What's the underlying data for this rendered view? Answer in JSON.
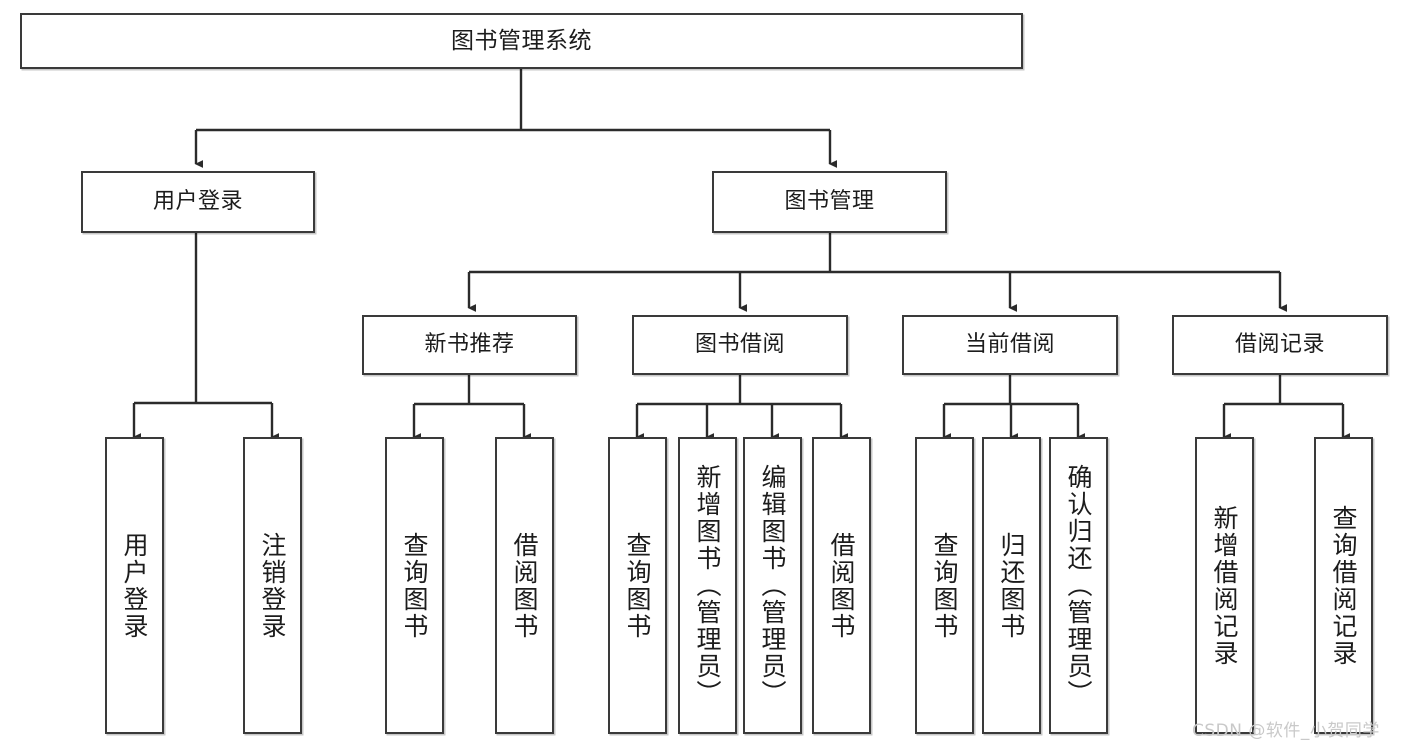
{
  "diagram": {
    "title": "图书管理系统",
    "type": "tree",
    "orientation": "top-down",
    "colors": {
      "box_border": "#3a3a3a",
      "box_fill": "#ffffff",
      "edge": "#2b2b2b",
      "text": "#1c1c1c",
      "watermark": "#c9c9c9"
    }
  },
  "nodes": {
    "root": {
      "label": "图书管理系统",
      "level": 1
    },
    "level2": [
      {
        "id": "user-login",
        "label": "用户登录"
      },
      {
        "id": "book-manage",
        "label": "图书管理"
      }
    ],
    "level3": [
      {
        "id": "new-book-recommend",
        "label": "新书推荐",
        "parent": "book-manage"
      },
      {
        "id": "book-borrow",
        "label": "图书借阅",
        "parent": "book-manage"
      },
      {
        "id": "current-borrow",
        "label": "当前借阅",
        "parent": "book-manage"
      },
      {
        "id": "borrow-record",
        "label": "借阅记录",
        "parent": "book-manage"
      }
    ],
    "leaves": {
      "user-login": [
        {
          "id": "leaf-user-login",
          "label": "用户登录"
        },
        {
          "id": "leaf-logout",
          "label": "注销登录"
        }
      ],
      "new-book-recommend": [
        {
          "id": "leaf-query-book-1",
          "label": "查询图书"
        },
        {
          "id": "leaf-borrow-book-1",
          "label": "借阅图书"
        }
      ],
      "book-borrow": [
        {
          "id": "leaf-query-book-2",
          "label": "查询图书"
        },
        {
          "id": "leaf-add-book",
          "label": "新增图书（管理员）"
        },
        {
          "id": "leaf-edit-book",
          "label": "编辑图书（管理员）"
        },
        {
          "id": "leaf-borrow-book-2",
          "label": "借阅图书"
        }
      ],
      "current-borrow": [
        {
          "id": "leaf-query-book-3",
          "label": "查询图书"
        },
        {
          "id": "leaf-return-book",
          "label": "归还图书"
        },
        {
          "id": "leaf-confirm-return",
          "label": "确认归还（管理员）"
        }
      ],
      "borrow-record": [
        {
          "id": "leaf-add-record",
          "label": "新增借阅记录"
        },
        {
          "id": "leaf-query-record",
          "label": "查询借阅记录"
        }
      ]
    }
  },
  "watermark": {
    "text": "CSDN @软件_小贺同学"
  }
}
